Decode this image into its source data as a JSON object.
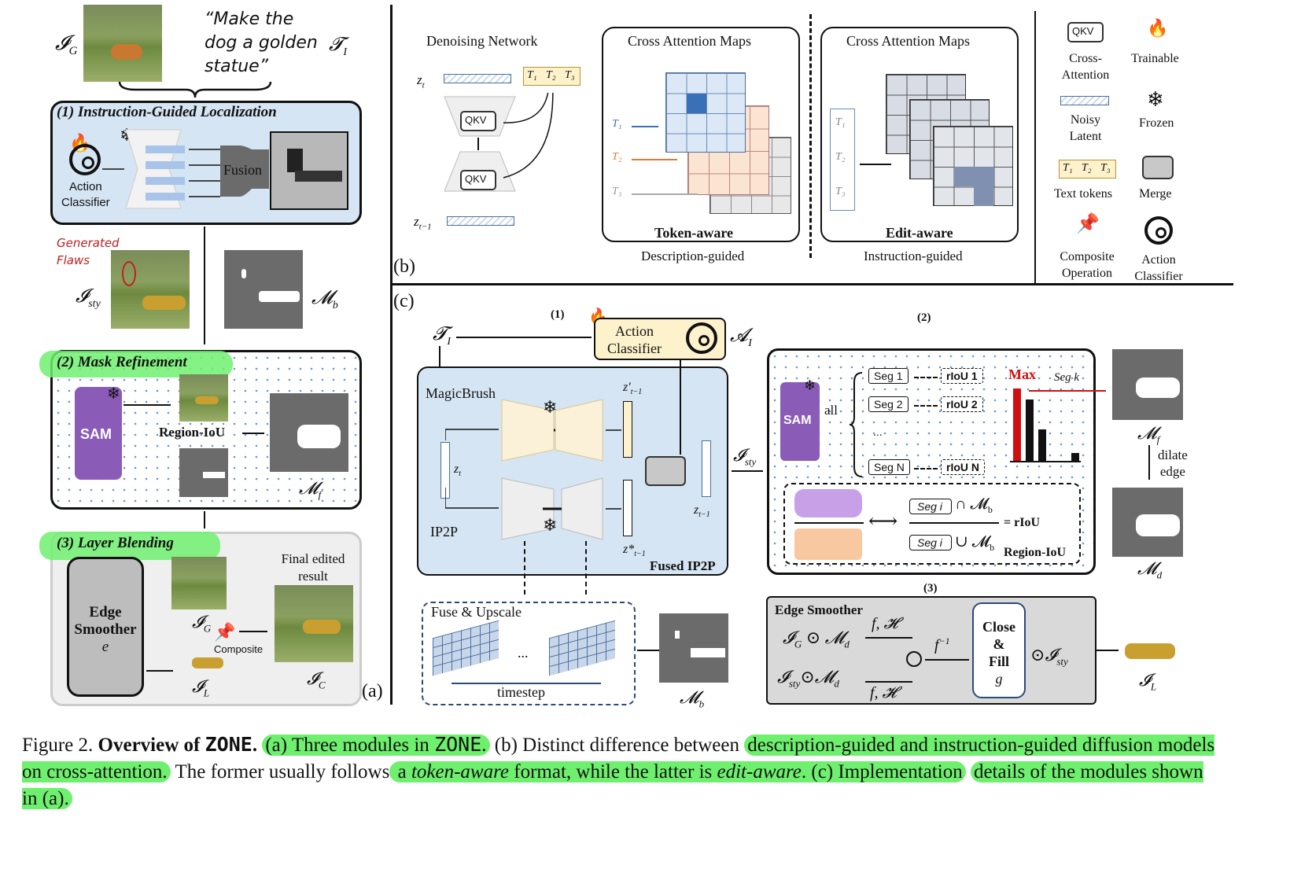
{
  "panel_a": {
    "input_symbol": "𝓘",
    "input_sub": "G",
    "instruction_quote": "“Make the dog a golden statue”",
    "instruction_line1": "“Make the",
    "instruction_line2": "dog a golden",
    "instruction_line3": "statue”",
    "instruction_symbol": "𝓣",
    "instruction_sub": "I",
    "module1_title": "(1) Instruction-Guided Localization",
    "action_classifier_label_1": "Action",
    "action_classifier_label_2": "Classifier",
    "fusion_label": "Fusion",
    "generated_flaws_1": "Generated",
    "generated_flaws_2": "Flaws",
    "sty_symbol": "𝓘",
    "sty_sub": "sty",
    "mb_symbol": "𝓜",
    "mb_sub": "b",
    "module2_title": "(2) Mask Refinement",
    "sam_label": "SAM",
    "region_iou_label": "Region-IoU",
    "mf_symbol": "𝓜",
    "mf_sub": "f",
    "module3_title": "(3) Layer Blending",
    "edge_smoother_1": "Edge",
    "edge_smoother_2": "Smoother",
    "edge_smoother_var": "e",
    "ig_symbol": "𝓘",
    "ig_sub": "G",
    "composite_label": "Composite",
    "il_symbol": "𝓘",
    "il_sub": "L",
    "final_label_1": "Final edited",
    "final_label_2": "result",
    "ic_symbol": "𝓘",
    "ic_sub": "C",
    "panel_tag": "(a)"
  },
  "panel_b": {
    "denoising_title": "Denoising Network",
    "zt": "z",
    "zt_sub": "t",
    "zt1_sub": "t−1",
    "qkv": "QKV",
    "t1": "T₁",
    "t2": "T₂",
    "t3": "T₃",
    "cam_title_1": "Cross Attention Maps",
    "cam_title_2": "Cross Attention Maps",
    "token_aware": "Token-aware",
    "edit_aware": "Edit-aware",
    "description_guided": "Description-guided",
    "instruction_guided": "Instruction-guided",
    "panel_tag": "(b)"
  },
  "legend": {
    "qkv": "QKV",
    "cross_attention_1": "Cross-",
    "cross_attention_2": "Attention",
    "trainable": "Trainable",
    "noisy_1": "Noisy",
    "noisy_2": "Latent",
    "frozen": "Frozen",
    "text_tokens": "Text tokens",
    "merge": "Merge",
    "composite_1": "Composite",
    "composite_2": "Operation",
    "action_1": "Action",
    "action_2": "Classifier"
  },
  "panel_c": {
    "panel_tag": "(c)",
    "step1": "(1)",
    "step2": "(2)",
    "step3": "(3)",
    "ti_symbol": "𝓣",
    "ti_sub": "I",
    "action_classifier_1": "Action",
    "action_classifier_2": "Classifier",
    "ai_symbol": "𝓐",
    "ai_sub": "I",
    "magicbrush": "MagicBrush",
    "ip2p": "IP2P",
    "fused_ip2p": "Fused IP2P",
    "zt_prime": "z′",
    "zt_prime_sub": "t−1",
    "zt_star": "z*",
    "zt_star_sub": "t−1",
    "zt_in": "z",
    "zt_in_sub": "t",
    "zt_out": "z",
    "zt_out_sub": "t−1",
    "sty_symbol": "𝓘",
    "sty_sub": "sty",
    "fuse_upscale": "Fuse & Upscale",
    "ellipsis": "...",
    "timestep": "timestep",
    "mb_symbol": "𝓜",
    "mb_sub": "b",
    "sam": "SAM",
    "all": "all",
    "segs": [
      "Seg 1",
      "Seg 2",
      "...",
      "Seg N"
    ],
    "rious": [
      "rIoU 1",
      "rIoU 2",
      "",
      "rIoU N"
    ],
    "max": "Max",
    "seg_k": "Seg k",
    "seg_i_1": "Seg i",
    "seg_i_2": "Seg i",
    "eq_riou": "= rIoU",
    "region_iou": "Region-IoU",
    "mf_symbol": "𝓜",
    "mf_sub": "f",
    "dilate_1": "dilate",
    "dilate_2": "edge",
    "md_symbol": "𝓜",
    "md_sub": "d",
    "edge_smoother": "Edge Smoother",
    "fh_1": "f, 𝓗",
    "fh_2": "f, 𝓗",
    "f_inv": "f",
    "close_1": "Close",
    "close_2": "&",
    "close_3": "Fill",
    "close_g": "g",
    "row1_lhs": "𝓘",
    "row1_lhs_sub": "G",
    "row2_lhs": "𝓘",
    "row2_lhs_sub": "sty",
    "odot": "⊙",
    "md2": "𝓜",
    "md2_sub": "d",
    "out_sty": "𝓘",
    "out_sty_sub": "sty",
    "il_symbol": "𝓘",
    "il_sub": "L"
  },
  "caption": {
    "fig": "Figure 2.",
    "title": "Overview of ",
    "zone_bold": "ZONE",
    "title_end": ".",
    "part_a": "(a) Three modules in ",
    "zone": "ZONE",
    "part_a_end": ".",
    "part_b": "(b) Distinct difference between ",
    "hl2": "description-guided and instruction-guided diffusion models on cross-attention.",
    "mid": " The former usually follows",
    "hl3a": " a ",
    "token_aware": "token-aware",
    "hl3b": " format, while the latter is ",
    "edit_aware": "edit-aware",
    "hl3c": ". (c) Implementation",
    "hl4": "details of the modules shown in (a)."
  },
  "colors": {
    "blue_panel": "#d6e5f3",
    "sam_purple": "#8a5cb8",
    "action_yellow": "#fdf2cc",
    "highlight_green": "#6ef06e",
    "red": "#d01010",
    "grey_panel": "#d9d9d9"
  }
}
